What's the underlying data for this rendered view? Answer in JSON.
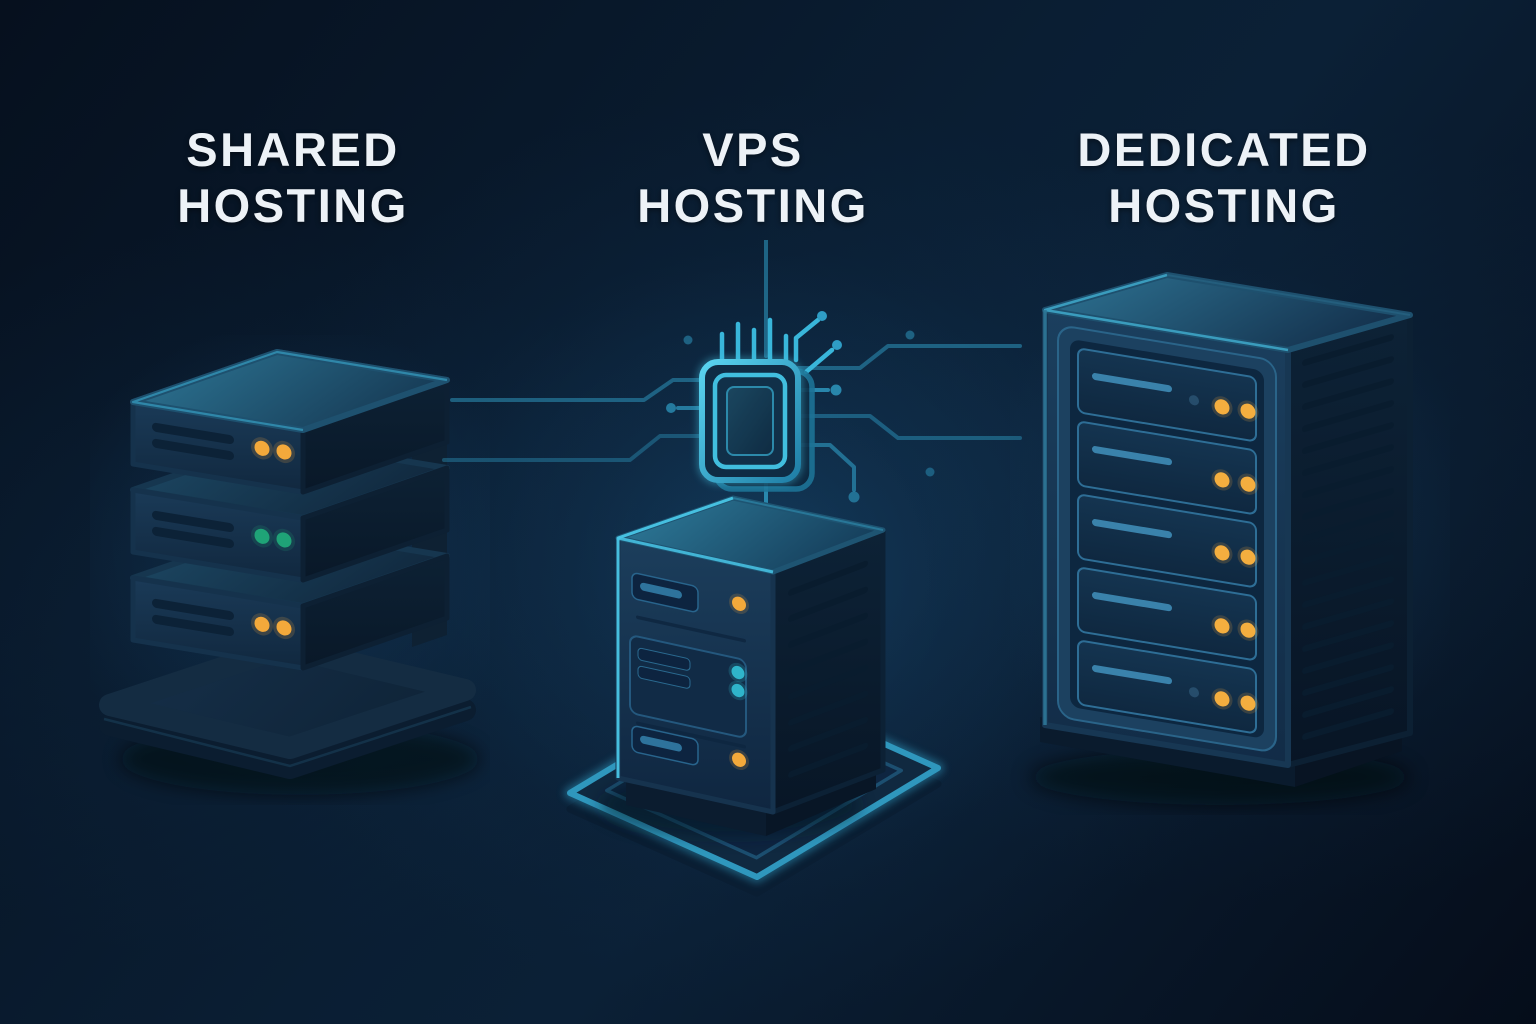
{
  "page": {
    "background_outer": "#050e1c",
    "background_center_glow": "#12385c",
    "text_color": "#edf2f7",
    "accent_cyan": "#45c2e2"
  },
  "sections": [
    {
      "id": "shared-hosting",
      "title_line1": "SHARED",
      "title_line2": "HOSTING",
      "icon": "server-stack-icon",
      "illustration": {
        "type": "isometric-stack-of-three-servers-on-platform",
        "units": [
          {
            "name": "rack-unit-top",
            "slats": 2,
            "leds": [
              {
                "color_name": "amber",
                "hex": "#f3a93b"
              },
              {
                "color_name": "amber",
                "hex": "#f3a93b"
              }
            ]
          },
          {
            "name": "rack-unit-middle",
            "slats": 2,
            "leds": [
              {
                "color_name": "green",
                "hex": "#1fa377"
              },
              {
                "color_name": "green",
                "hex": "#1fa377"
              }
            ]
          },
          {
            "name": "rack-unit-bottom",
            "slats": 2,
            "leds": [
              {
                "color_name": "amber",
                "hex": "#f3a93b"
              },
              {
                "color_name": "amber",
                "hex": "#f3a93b"
              }
            ]
          }
        ],
        "base": "rounded-dark-platform"
      }
    },
    {
      "id": "vps-hosting",
      "title_line1": "VPS",
      "title_line2": "HOSTING",
      "icon": "cpu-chip-icon",
      "illustration": {
        "type": "tower-server-with-glowing-cpu-chip-and-circuit-traces",
        "chip_glow_color": "#45c2e2",
        "circuit_color": "#2f9dc5",
        "bays": [
          {
            "name": "bay-top",
            "slots": 1,
            "leds": [
              {
                "color_name": "amber",
                "hex": "#f3a93b"
              }
            ]
          },
          {
            "name": "bay-middle",
            "slots": 2,
            "leds": [
              {
                "color_name": "cyan",
                "hex": "#2fb4ca"
              },
              {
                "color_name": "cyan",
                "hex": "#2fb4ca"
              }
            ]
          },
          {
            "name": "bay-bottom",
            "slots": 1,
            "leds": [
              {
                "color_name": "amber",
                "hex": "#f3a93b"
              }
            ]
          }
        ],
        "base": "glowing-rimmed-platform"
      }
    },
    {
      "id": "dedicated-hosting",
      "title_line1": "DEDICATED",
      "title_line2": "HOSTING",
      "icon": "rack-server-icon",
      "illustration": {
        "type": "large-isometric-rack-tower-with-side-vents",
        "bay_count": 5,
        "bays": [
          {
            "name": "bay-1",
            "slats": 1,
            "extra_dim_dot": true,
            "leds": [
              {
                "color_name": "amber",
                "hex": "#f4ae3f"
              },
              {
                "color_name": "amber",
                "hex": "#f4ae3f"
              }
            ]
          },
          {
            "name": "bay-2",
            "slats": 1,
            "extra_dim_dot": false,
            "leds": [
              {
                "color_name": "amber",
                "hex": "#f4ae3f"
              },
              {
                "color_name": "amber",
                "hex": "#f4ae3f"
              }
            ]
          },
          {
            "name": "bay-3",
            "slats": 1,
            "extra_dim_dot": false,
            "leds": [
              {
                "color_name": "amber",
                "hex": "#f4ae3f"
              },
              {
                "color_name": "amber",
                "hex": "#f4ae3f"
              }
            ]
          },
          {
            "name": "bay-4",
            "slats": 1,
            "extra_dim_dot": false,
            "leds": [
              {
                "color_name": "amber",
                "hex": "#f4ae3f"
              },
              {
                "color_name": "amber",
                "hex": "#f4ae3f"
              }
            ]
          },
          {
            "name": "bay-5",
            "slats": 1,
            "extra_dim_dot": true,
            "leds": [
              {
                "color_name": "amber",
                "hex": "#f4ae3f"
              },
              {
                "color_name": "amber",
                "hex": "#f4ae3f"
              }
            ]
          }
        ],
        "base": "plinth"
      }
    }
  ]
}
